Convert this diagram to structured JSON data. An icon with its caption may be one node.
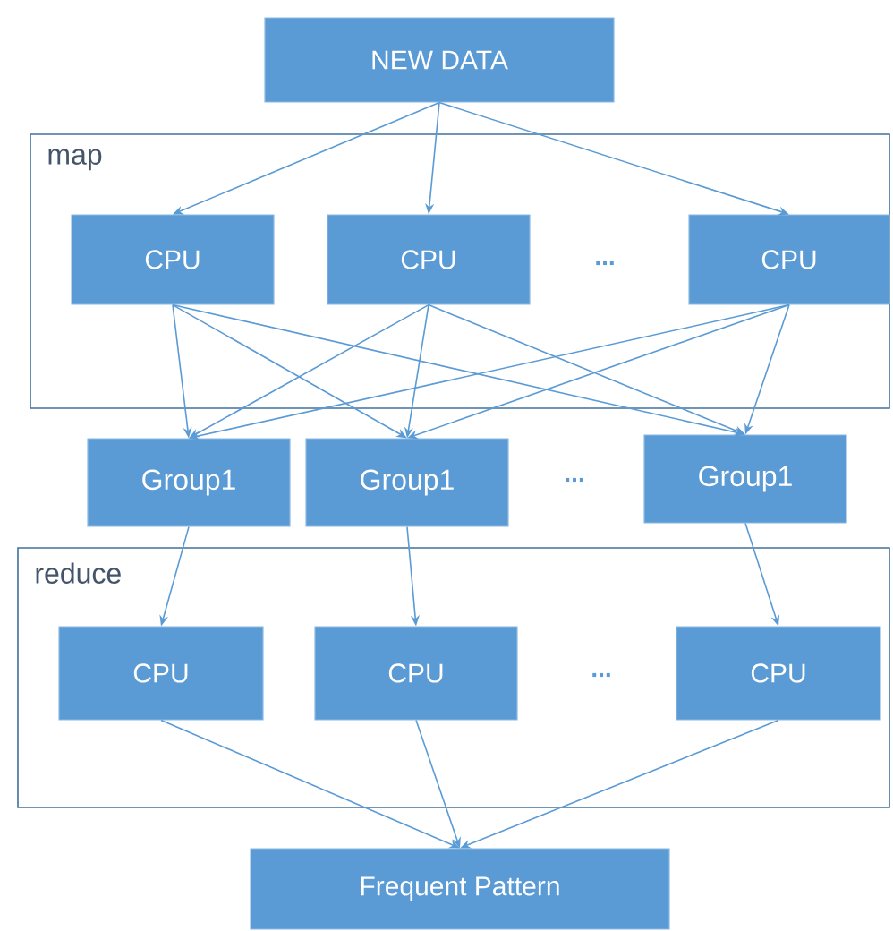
{
  "diagram": {
    "nodes": [
      {
        "text": [
          "NEW DATA"
        ]
      },
      {
        "text": [
          "map"
        ]
      },
      {
        "text": [
          "CPU"
        ],
        "in": 1
      },
      {
        "text": [
          "CPU"
        ],
        "in": 1
      },
      {
        "text": [
          "CPU"
        ],
        "in": 1
      },
      {
        "text": [
          "Group1"
        ]
      },
      {
        "text": [
          "Group1"
        ]
      },
      {
        "text": [
          "Group1"
        ]
      },
      {
        "text": [
          "reduce"
        ]
      },
      {
        "text": [
          "CPU"
        ],
        "in": 8
      },
      {
        "text": [
          "CPU"
        ],
        "in": 8
      },
      {
        "text": [
          "CPU"
        ],
        "in": 8
      },
      {
        "text": [
          "Frequent Pattern"
        ]
      }
    ],
    "edges": [
      {
        "from": 0,
        "to": 2,
        "arrow": "to"
      },
      {
        "from": 0,
        "to": 3,
        "arrow": "to"
      },
      {
        "from": 0,
        "to": 4,
        "arrow": "to"
      },
      {
        "from": 2,
        "to": 5,
        "arrow": "to"
      },
      {
        "from": 2,
        "to": 6,
        "arrow": "to"
      },
      {
        "from": 2,
        "to": 7,
        "arrow": "to"
      },
      {
        "from": 3,
        "to": 5,
        "arrow": "to"
      },
      {
        "from": 3,
        "to": 6,
        "arrow": "to"
      },
      {
        "from": 3,
        "to": 7,
        "arrow": "to"
      },
      {
        "from": 4,
        "to": 5,
        "arrow": "to"
      },
      {
        "from": 4,
        "to": 6,
        "arrow": "to"
      },
      {
        "from": 4,
        "to": 7,
        "arrow": "to"
      },
      {
        "from": 5,
        "to": 9,
        "arrow": "to"
      },
      {
        "from": 6,
        "to": 10,
        "arrow": "to"
      },
      {
        "from": 7,
        "to": 11,
        "arrow": "to"
      },
      {
        "from": 9,
        "to": 12,
        "arrow": "to"
      },
      {
        "from": 10,
        "to": 12,
        "arrow": "to"
      },
      {
        "from": 11,
        "to": 12,
        "arrow": "to"
      }
    ],
    "labels": [
      "...",
      "...",
      "..."
    ]
  }
}
